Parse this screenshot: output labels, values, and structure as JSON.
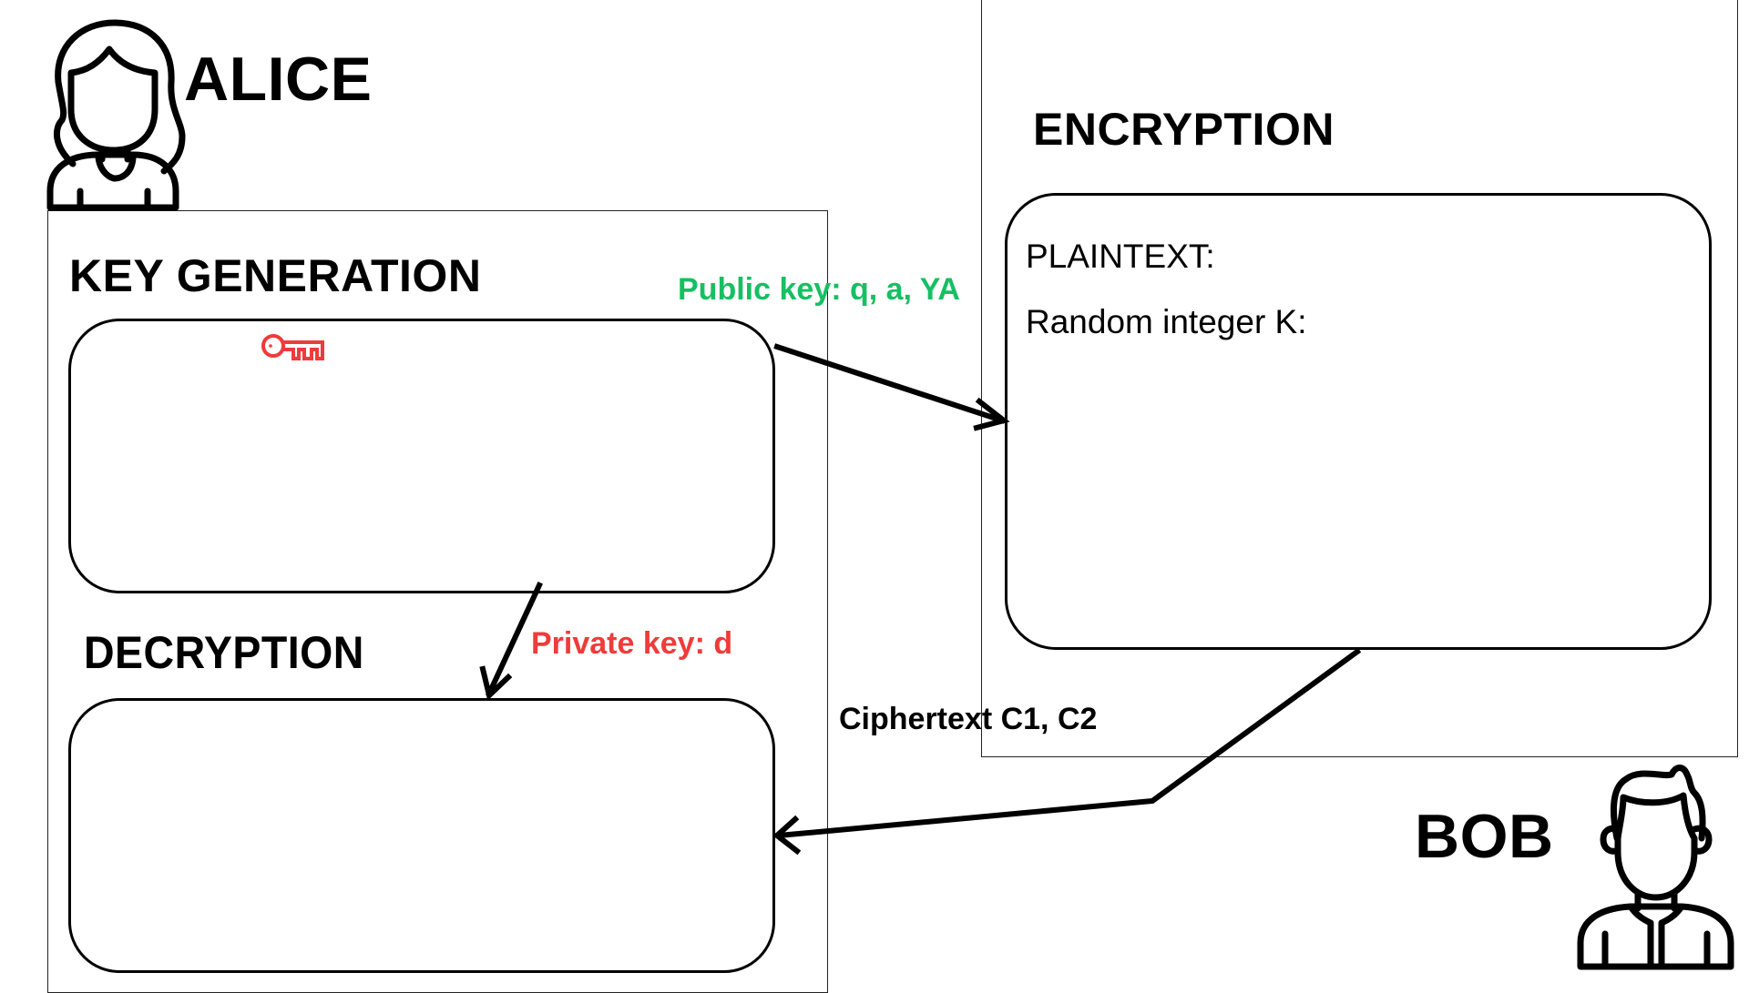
{
  "alice": {
    "name": "ALICE",
    "icon": "woman-user-icon",
    "sections": {
      "key_generation": {
        "title": "KEY GENERATION",
        "icon": "key-icon",
        "icon_color": "#ef3b3b"
      },
      "decryption": {
        "title": "DECRYPTION"
      }
    }
  },
  "bob": {
    "name": "BOB",
    "icon": "man-user-icon",
    "sections": {
      "encryption": {
        "title": "ENCRYPTION",
        "fields": [
          {
            "label": "PLAINTEXT:"
          },
          {
            "label": "Random integer K:"
          }
        ]
      }
    }
  },
  "arrows": {
    "public_key": {
      "label": "Public key: q, a, YA",
      "color": "#17bf63",
      "from": "key_generation",
      "to": "encryption"
    },
    "private_key": {
      "label": "Private key: d",
      "color": "#ef3b3b",
      "from": "key_generation",
      "to": "decryption"
    },
    "ciphertext": {
      "label": "Ciphertext C1, C2",
      "color": "#000000",
      "from": "encryption",
      "to": "decryption"
    }
  }
}
